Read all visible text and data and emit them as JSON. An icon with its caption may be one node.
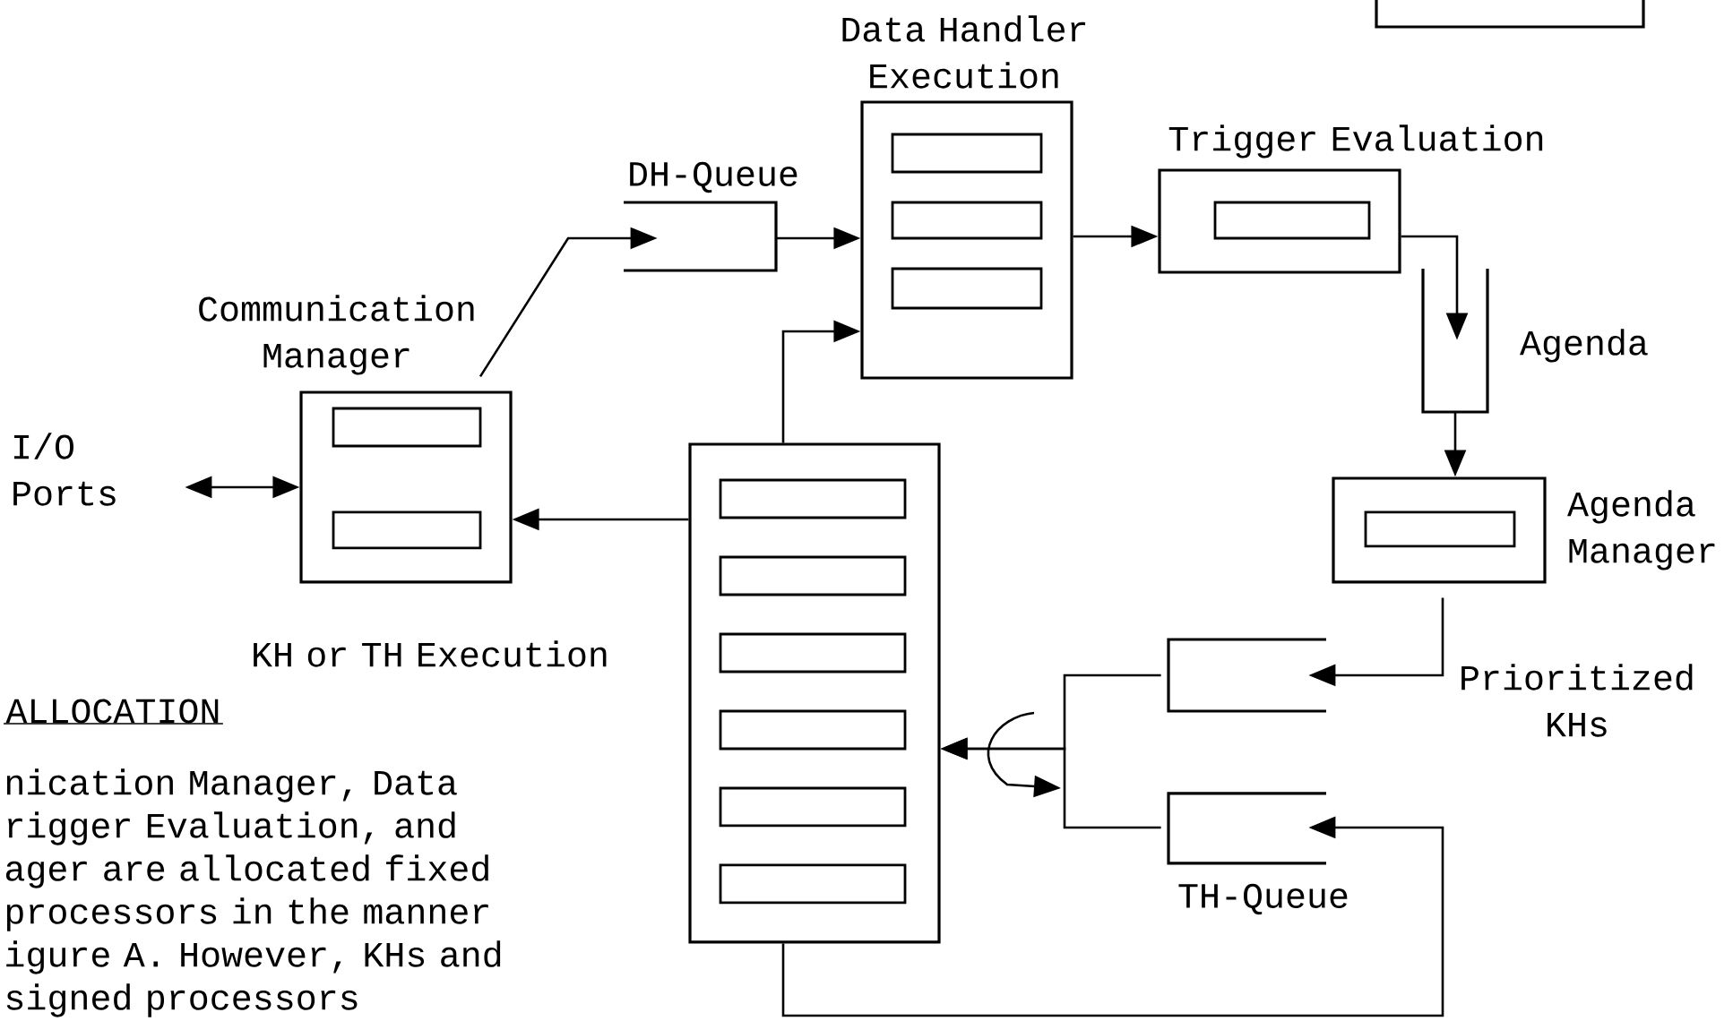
{
  "diagram": {
    "nodes": [
      {
        "text": [
          "Communication Manager"
        ]
      },
      {
        "text": [
          "DH-Queue"
        ]
      },
      {
        "text": [
          "Data Handler Execution"
        ]
      },
      {
        "text": [
          "Trigger Evaluation"
        ]
      },
      {
        "text": [
          "Agenda"
        ]
      },
      {
        "text": [
          "Agenda Manager"
        ]
      },
      {
        "text": [
          "Prioritized KHs"
        ]
      },
      {
        "text": [
          "TH-Queue"
        ]
      },
      {
        "text": [
          "KH or TH Execution"
        ]
      },
      {
        "text": [
          "I/O Ports"
        ]
      },
      {
        "text": [],
        "shape": "box"
      }
    ],
    "edges": [
      {
        "from": 9,
        "to": 0,
        "arrow": "both"
      },
      {
        "from": 0,
        "to": 1,
        "arrow": "to"
      },
      {
        "from": 1,
        "to": 2,
        "arrow": "to"
      },
      {
        "from": 2,
        "to": 3,
        "arrow": "to"
      },
      {
        "from": 3,
        "to": 4,
        "arrow": "to"
      },
      {
        "from": 4,
        "to": 5,
        "arrow": "to"
      },
      {
        "from": 5,
        "to": 6,
        "arrow": "to"
      },
      {
        "from": 6,
        "to": 8,
        "arrow": "to"
      },
      {
        "from": 7,
        "to": 8,
        "arrow": "to"
      },
      {
        "from": 8,
        "to": 7,
        "arrow": "to"
      },
      {
        "from": 8,
        "to": 2,
        "arrow": "to"
      },
      {
        "from": 8,
        "to": 0,
        "arrow": "to"
      }
    ],
    "labels": [
      "ALLOCATION",
      "nication Manager, Data rigger Evaluation, and ager are allocated fixed processors in the manner igure A. However, KHs and signed processors"
    ]
  }
}
